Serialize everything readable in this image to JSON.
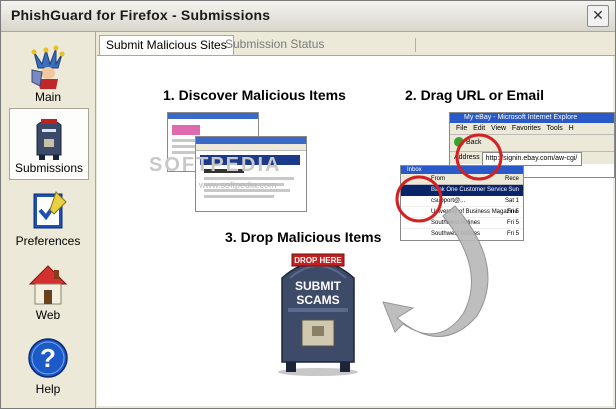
{
  "window": {
    "title": "PhishGuard for Firefox - Submissions",
    "close_glyph": "✕"
  },
  "sidebar": {
    "items": [
      {
        "label": "Main",
        "icon": "jester-icon"
      },
      {
        "label": "Submissions",
        "icon": "mailbox-icon",
        "selected": true
      },
      {
        "label": "Preferences",
        "icon": "checklist-icon"
      },
      {
        "label": "Web",
        "icon": "home-icon"
      },
      {
        "label": "Help",
        "icon": "question-icon"
      }
    ]
  },
  "tabs": [
    {
      "label": "Submit Malicious Sites",
      "active": true
    },
    {
      "label": "Submission Status",
      "active": false
    }
  ],
  "steps": {
    "discover": "1. Discover Malicious Items",
    "drag": "2. Drag URL or Email",
    "drop": "3. Drop Malicious Items"
  },
  "browser_mock": {
    "title": "My eBay - Microsoft Internet Explore",
    "menu": [
      "File",
      "Edit",
      "View",
      "Favorites",
      "Tools",
      "H"
    ],
    "back_label": "Back",
    "address_label": "Address",
    "address_value": "http://signin.ebay.com/aw-cgi/"
  },
  "inbox_mock": {
    "title": "Inbox",
    "columns": [
      "From",
      "Rece"
    ],
    "rows": [
      {
        "from": "Bank One Customer Service",
        "received": "Sun"
      },
      {
        "from": "csupport@...",
        "received": "Sat 1"
      },
      {
        "from": "University of Business Magazine",
        "received": "Fri 5"
      },
      {
        "from": "Southwest Airlines",
        "received": "Fri 5"
      },
      {
        "from": "Southwest Airlines",
        "received": "Fri 5"
      }
    ]
  },
  "mailbox": {
    "sign": "DROP HERE",
    "line1": "SUBMIT",
    "line2": "SCAMS"
  },
  "watermark": {
    "text": "SOFTPEDIA",
    "small": "www.softpedia.com"
  },
  "colors": {
    "accent_red": "#d42020",
    "title_bar": "#e8e6de"
  }
}
